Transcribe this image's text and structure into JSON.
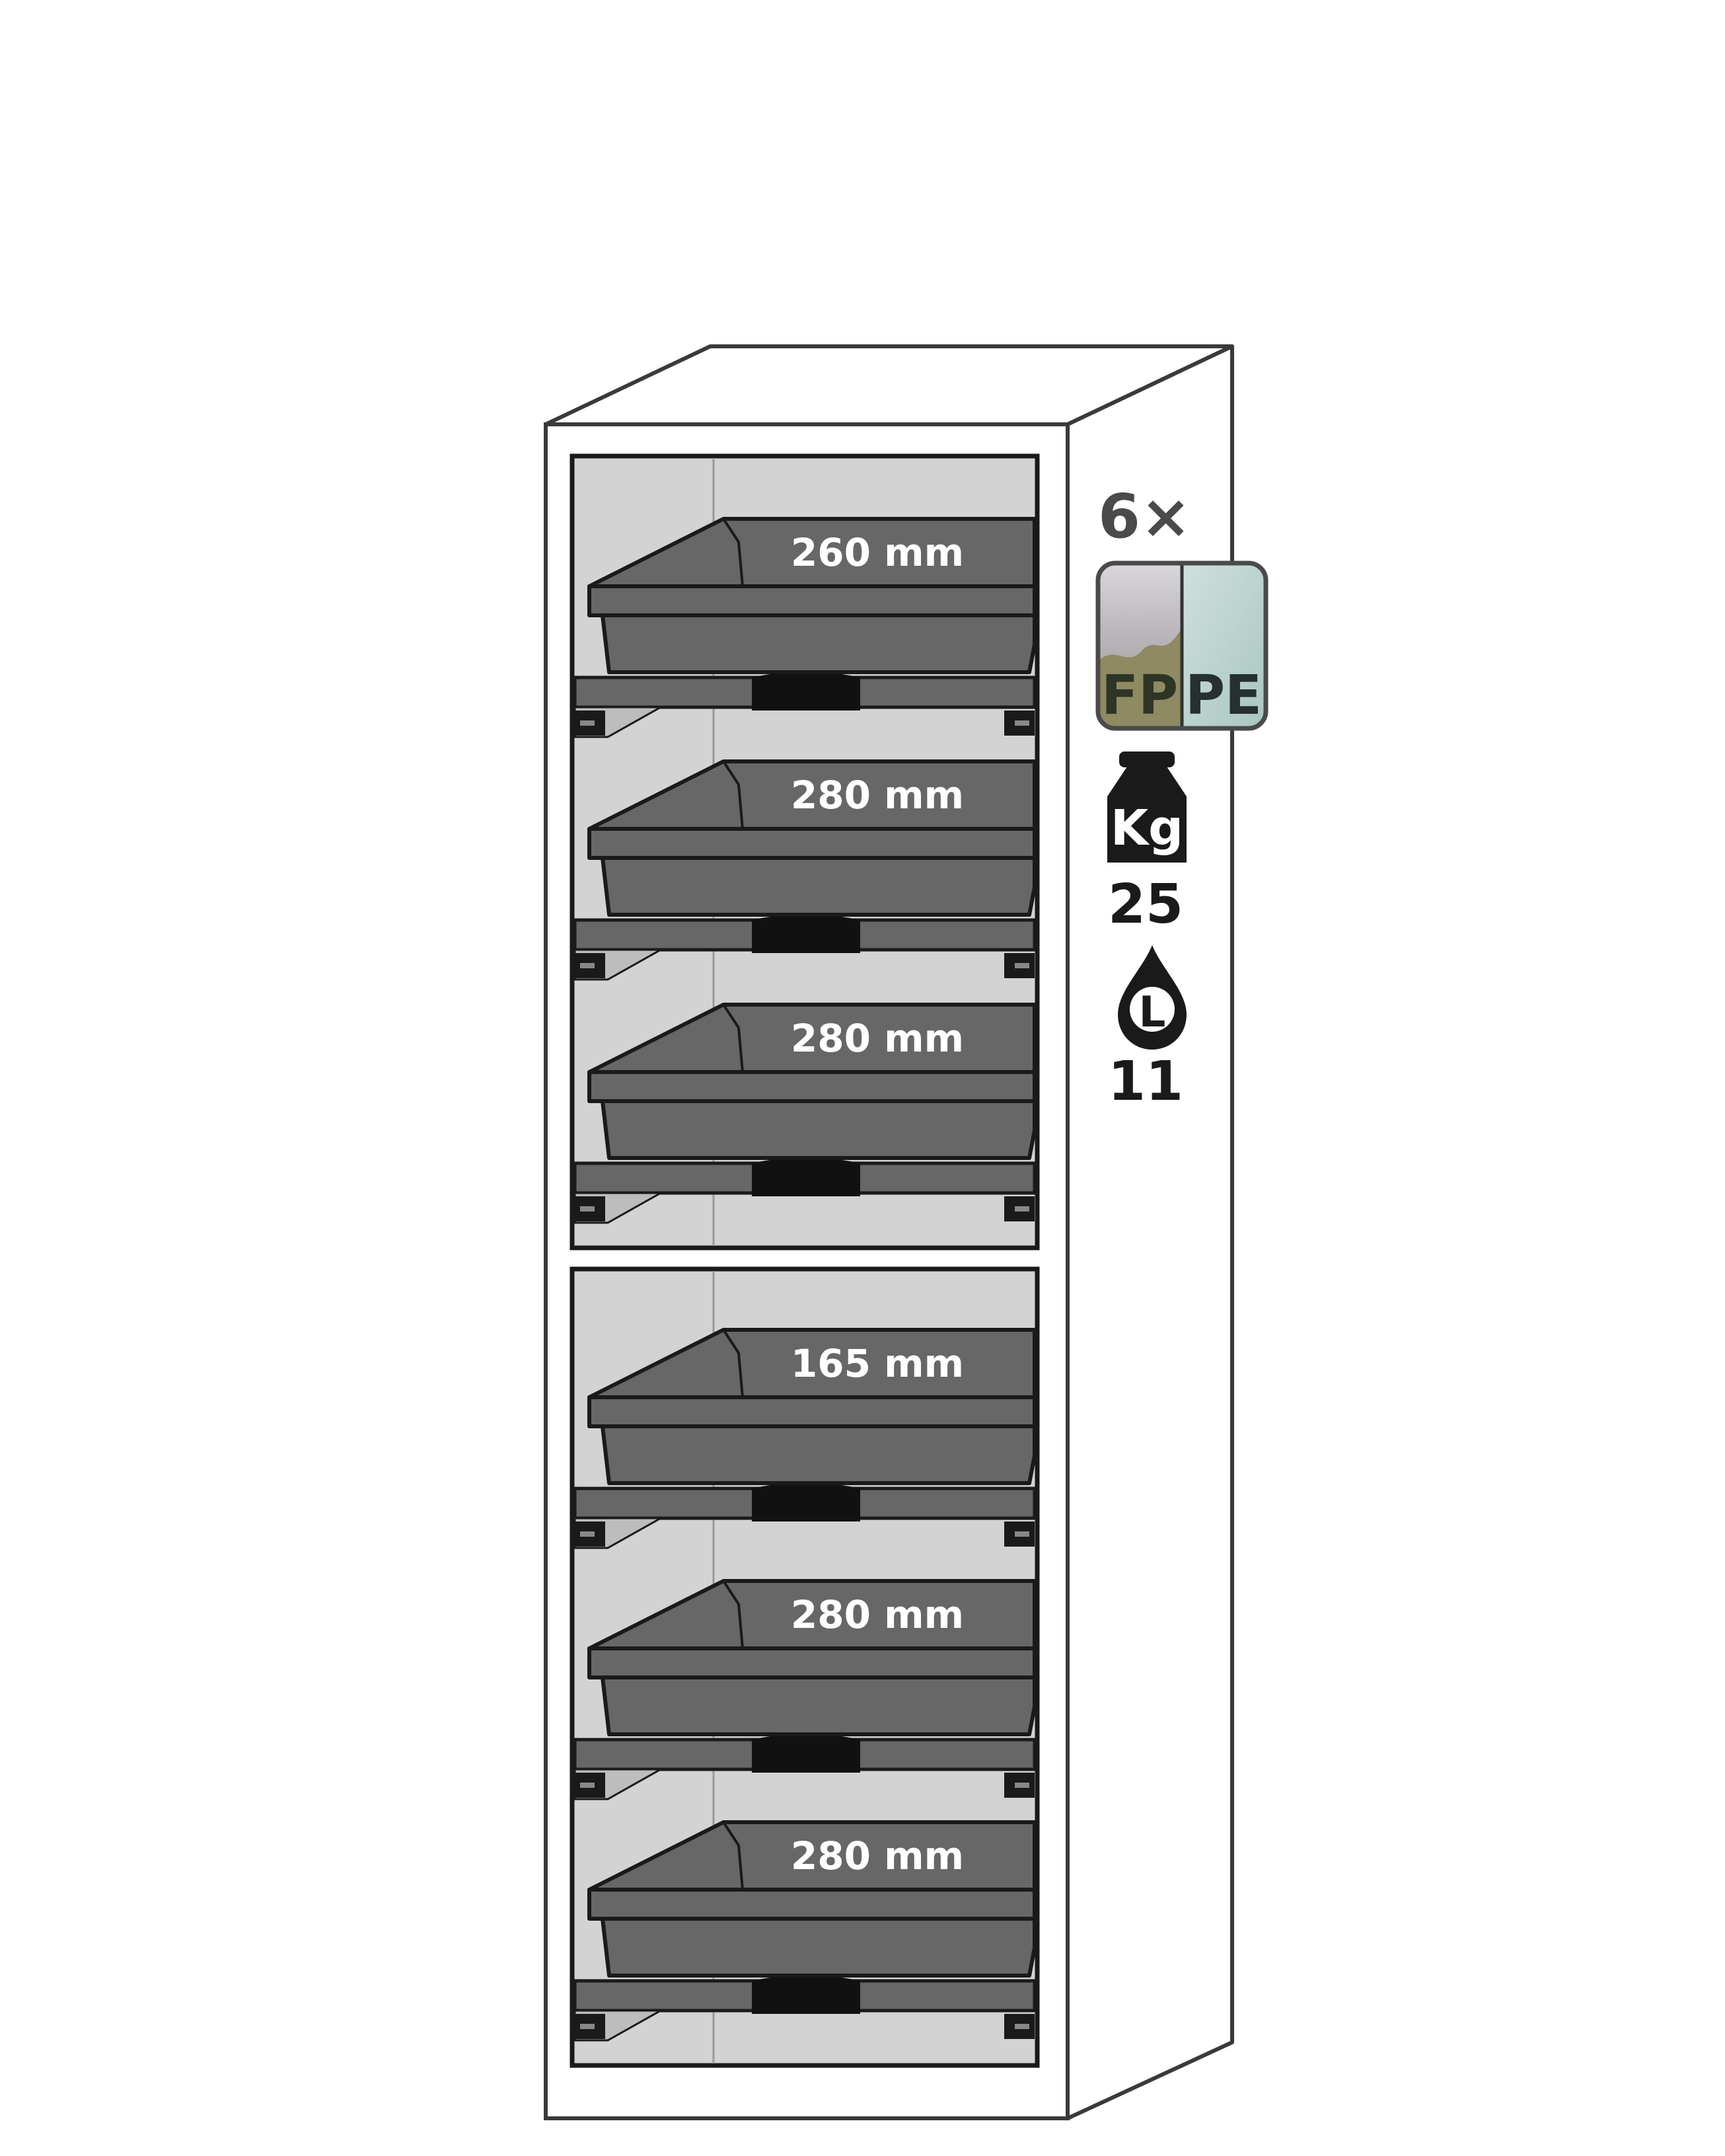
{
  "cabinet": {
    "compartment_count": 2,
    "trays": [
      {
        "height_label": "260 mm"
      },
      {
        "height_label": "280 mm"
      },
      {
        "height_label": "280 mm"
      },
      {
        "height_label": "165 mm"
      },
      {
        "height_label": "280 mm"
      },
      {
        "height_label": "280 mm"
      }
    ]
  },
  "specs": {
    "tray_count_label": "6×",
    "material_badge": {
      "left": "FP",
      "right": "PE"
    },
    "load": {
      "icon_text": "Kg",
      "value": "25"
    },
    "capacity": {
      "icon_text": "L",
      "value": "11"
    }
  },
  "colors": {
    "outline": "#3a3a3a",
    "tray_fill": "#676767",
    "interior": "#d3d3d3",
    "ink": "#1a1a1a",
    "label_text": "#ffffff",
    "fp_panel": "#8f8f6f",
    "pe_panel": "#b9d2cd"
  }
}
